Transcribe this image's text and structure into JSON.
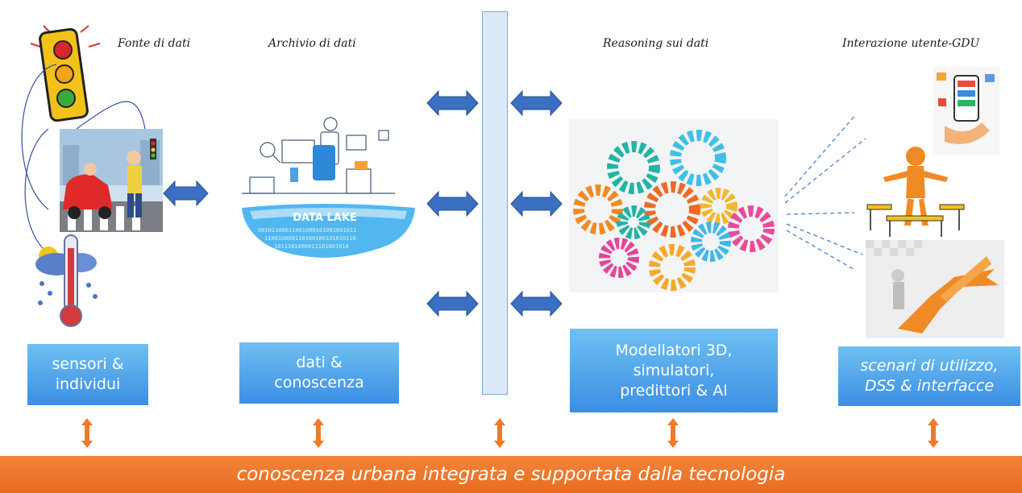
{
  "headings": {
    "source": "Fonte di dati",
    "archive": "Archivio di dati",
    "reasoning": "Reasoning sui dati",
    "interaction": "Interazione utente-GDU"
  },
  "boxes": {
    "sensors": [
      "sensori &",
      "individui"
    ],
    "data": [
      "dati &",
      "conoscenza"
    ],
    "models": [
      "Modellatori 3D,",
      "simulatori,",
      "predittori & AI"
    ],
    "scenarios": [
      "scenari di utilizzo,",
      "DSS & interfacce"
    ]
  },
  "data_lake_label": "DATA LAKE",
  "footer": "conoscenza urbana integrata e supportata dalla tecnologia",
  "colors": {
    "box_top": "#6fc0f2",
    "box_bottom": "#3b8ee3",
    "arrow_blue": "#3a6fc2",
    "arrow_orange": "#ee7a2a",
    "footer": "#e86c1f"
  }
}
